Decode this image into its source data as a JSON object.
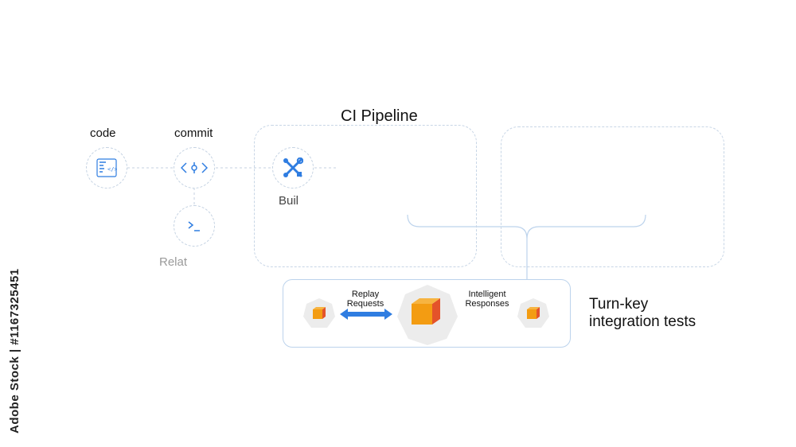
{
  "nodes": {
    "code_label": "code",
    "commit_label": "commit",
    "build_label": "Buil",
    "related_label": "Relat"
  },
  "pipeline": {
    "title": "CI Pipeline"
  },
  "integration": {
    "replay": [
      "Replay",
      "Requests"
    ],
    "intelligent": [
      "Intelligent",
      "Responses"
    ],
    "turnkey": [
      "Turn-key",
      "integration tests"
    ]
  },
  "watermark": "Adobe Stock | #1167325451",
  "colors": {
    "accent_blue": "#2f7de1",
    "dashed_border": "#c8d6e6",
    "cube_orange": "#f39c12",
    "cube_red": "#e4532a"
  }
}
